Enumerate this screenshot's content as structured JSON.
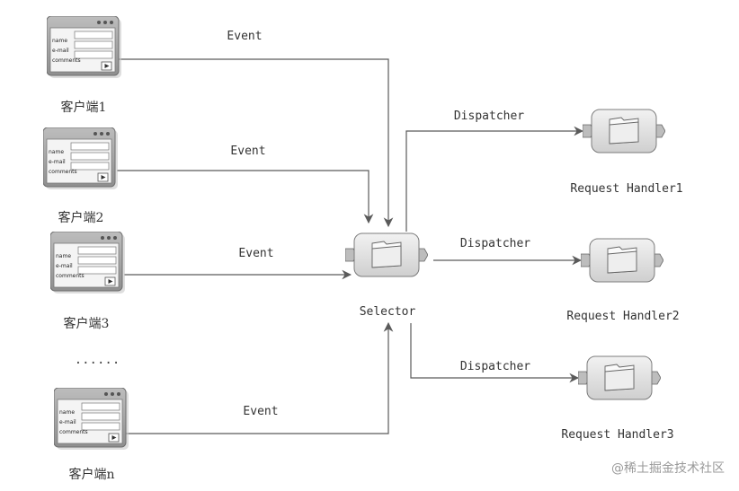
{
  "clients": [
    {
      "label": "客户端1",
      "form": {
        "name_label": "name",
        "email_label": "e-mail",
        "comments_label": "comments"
      }
    },
    {
      "label": "客户端2",
      "form": {
        "name_label": "name",
        "email_label": "e-mail",
        "comments_label": "comments"
      }
    },
    {
      "label": "客户端3",
      "form": {
        "name_label": "name",
        "email_label": "e-mail",
        "comments_label": "comments"
      }
    },
    {
      "label": "客户端n",
      "form": {
        "name_label": "name",
        "email_label": "e-mail",
        "comments_label": "comments"
      }
    }
  ],
  "ellipsis": "......",
  "events": [
    "Event",
    "Event",
    "Event",
    "Event"
  ],
  "selector": {
    "label": "Selector"
  },
  "dispatchers": [
    "Dispatcher",
    "Dispatcher",
    "Dispatcher"
  ],
  "handlers": [
    "Request Handler1",
    "Request Handler2",
    "Request Handler3"
  ],
  "watermark": "@稀土掘金技术社区",
  "icons": {
    "client": "browser-form-window-icon",
    "selector": "folder-component-icon",
    "handler": "folder-component-icon",
    "submit": "play-icon"
  },
  "colors": {
    "line": "#5a5a5a",
    "text": "#333333",
    "window_frame": "#8a8a8a",
    "window_bg": "#f3f3f3",
    "box_bg": "#e6e6e6"
  }
}
